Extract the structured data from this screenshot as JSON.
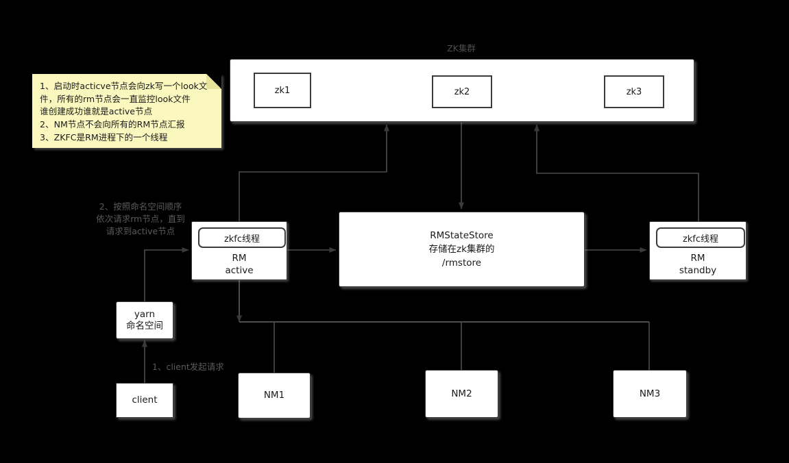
{
  "diagram": {
    "title": "YARN ResourceManager HA architecture",
    "background": "#000000",
    "node_fill": "#ffffff",
    "note_fill": "#fbf8bf",
    "line_color": "#4d4d4d",
    "label_color": "#5a5a5a"
  },
  "zk_cluster": {
    "label": "ZK集群",
    "nodes": [
      {
        "id": "zk1",
        "label": "zk1"
      },
      {
        "id": "zk2",
        "label": "zk2"
      },
      {
        "id": "zk3",
        "label": "zk3"
      }
    ]
  },
  "note": {
    "text": "1、启动时acticve节点会向zk写一个look文件，所有的rm节点会一直监控look文件\n谁创建成功谁就是active节点\n2、NM节点不会向所有的RM节点汇报\n3、ZKFC是RM进程下的一个线程"
  },
  "resource_managers": [
    {
      "id": "rm-active",
      "zkfc_label": "zkfc线程",
      "name": "RM",
      "state": "active"
    },
    {
      "id": "rm-standby",
      "zkfc_label": "zkfc线程",
      "name": "RM",
      "state": "standby"
    }
  ],
  "state_store": {
    "line1": "RMStateStore",
    "line2": "存储在zk集群的",
    "line3": "/rmstore"
  },
  "yarn_namespace": {
    "line1": "yarn",
    "line2": "命名空间"
  },
  "client": {
    "label": "client"
  },
  "node_managers": [
    {
      "id": "nm1",
      "label": "NM1"
    },
    {
      "id": "nm2",
      "label": "NM2"
    },
    {
      "id": "nm3",
      "label": "NM3"
    }
  ],
  "edge_labels": {
    "client_request": "1、client发起请求",
    "namespace_order": "2、按照命名空间顺序依次请求rm节点，直到请求到active节点"
  }
}
